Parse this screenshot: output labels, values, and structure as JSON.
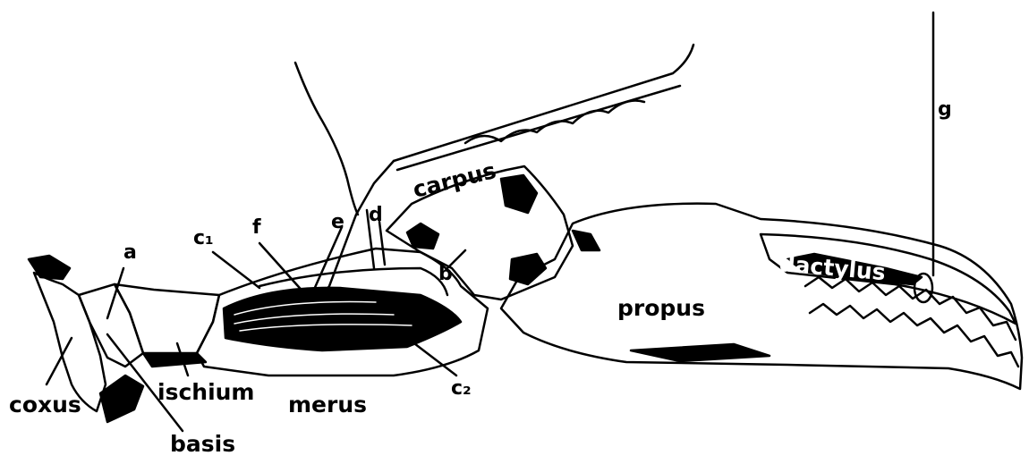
{
  "labels": {
    "a": "a",
    "b": "b",
    "c1": "c₁",
    "c2": "c₂",
    "d": "d",
    "e": "e",
    "f": "f",
    "g": "g",
    "carpus": "carpus",
    "dactylus": "dactylus",
    "propus": "propus",
    "merus": "merus",
    "ischium": "ischium",
    "coxus": "coxus",
    "basis": "basis"
  },
  "colors": {
    "ink": "#000000",
    "paper": "#ffffff"
  }
}
